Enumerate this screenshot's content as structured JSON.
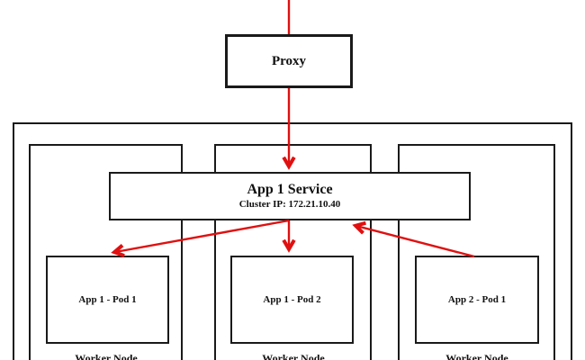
{
  "colors": {
    "accent": "#e01010",
    "line": "#1a1a1a"
  },
  "proxy": {
    "label": "Proxy"
  },
  "service": {
    "title": "App 1 Service",
    "cluster_ip": "Cluster IP: 172.21.10.40"
  },
  "pods": [
    {
      "label": "App 1 - Pod 1"
    },
    {
      "label": "App 1 - Pod 2"
    },
    {
      "label": "App 2 - Pod 1"
    }
  ],
  "worker_nodes": [
    {
      "label": "Worker Node"
    },
    {
      "label": "Worker Node"
    },
    {
      "label": "Worker Node"
    }
  ],
  "edges": [
    {
      "from": "external",
      "to": "proxy"
    },
    {
      "from": "proxy",
      "to": "app-1-service"
    },
    {
      "from": "app-1-service",
      "to": "app-1-pod-1"
    },
    {
      "from": "app-1-service",
      "to": "app-1-pod-2"
    },
    {
      "from": "app-2-pod-1",
      "to": "app-1-service"
    }
  ]
}
